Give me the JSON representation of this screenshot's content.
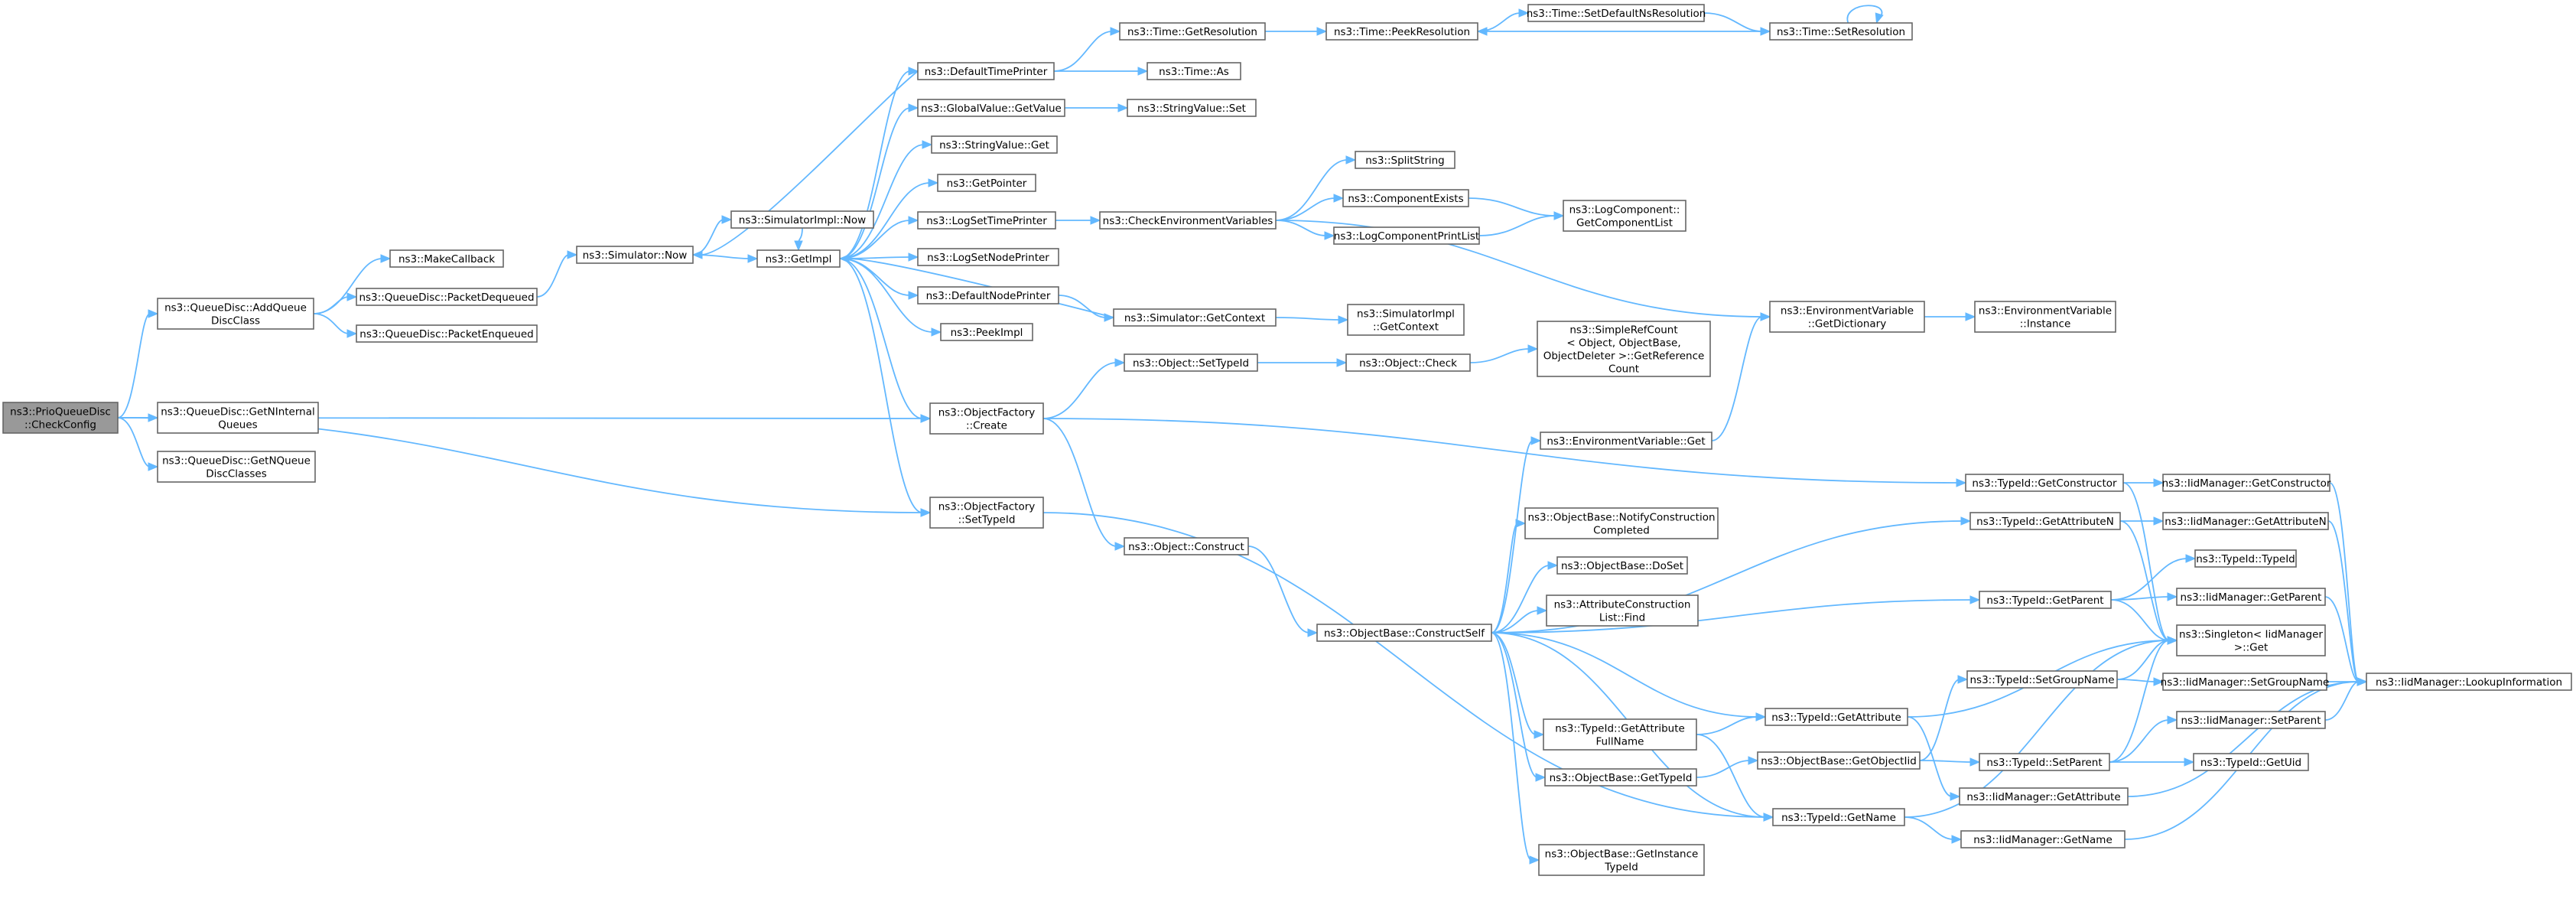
{
  "diagram": {
    "nodes": [
      {
        "id": "root",
        "lines": [
          "ns3::PrioQueueDisc",
          "::CheckConfig"
        ],
        "root": true
      },
      {
        "id": "addqdc",
        "lines": [
          "ns3::QueueDisc::AddQueue",
          "DiscClass"
        ]
      },
      {
        "id": "getnint",
        "lines": [
          "ns3::QueueDisc::GetNInternal",
          "Queues"
        ]
      },
      {
        "id": "getnqdc",
        "lines": [
          "ns3::QueueDisc::GetNQueue",
          "DiscClasses"
        ]
      },
      {
        "id": "makecb",
        "lines": [
          "ns3::MakeCallback"
        ]
      },
      {
        "id": "pdeq",
        "lines": [
          "ns3::QueueDisc::PacketDequeued"
        ]
      },
      {
        "id": "penq",
        "lines": [
          "ns3::QueueDisc::PacketEnqueued"
        ]
      },
      {
        "id": "simnow",
        "lines": [
          "ns3::Simulator::Now"
        ]
      },
      {
        "id": "simimplnow",
        "lines": [
          "ns3::SimulatorImpl::Now"
        ]
      },
      {
        "id": "getimpl",
        "lines": [
          "ns3::GetImpl"
        ]
      },
      {
        "id": "deftp",
        "lines": [
          "ns3::DefaultTimePrinter"
        ]
      },
      {
        "id": "gvget",
        "lines": [
          "ns3::GlobalValue::GetValue"
        ]
      },
      {
        "id": "svget",
        "lines": [
          "ns3::StringValue::Get"
        ]
      },
      {
        "id": "getptr",
        "lines": [
          "ns3::GetPointer"
        ]
      },
      {
        "id": "logstp",
        "lines": [
          "ns3::LogSetTimePrinter"
        ]
      },
      {
        "id": "logsnp",
        "lines": [
          "ns3::LogSetNodePrinter"
        ]
      },
      {
        "id": "defnp",
        "lines": [
          "ns3::DefaultNodePrinter"
        ]
      },
      {
        "id": "peekimpl",
        "lines": [
          "ns3::PeekImpl"
        ]
      },
      {
        "id": "ofcreate",
        "lines": [
          "ns3::ObjectFactory",
          "::Create"
        ]
      },
      {
        "id": "ofsettid",
        "lines": [
          "ns3::ObjectFactory",
          "::SetTypeId"
        ]
      },
      {
        "id": "timegetres",
        "lines": [
          "ns3::Time::GetResolution"
        ]
      },
      {
        "id": "timeas",
        "lines": [
          "ns3::Time::As"
        ]
      },
      {
        "id": "svset",
        "lines": [
          "ns3::StringValue::Set"
        ]
      },
      {
        "id": "timepeek",
        "lines": [
          "ns3::Time::PeekResolution"
        ]
      },
      {
        "id": "timesetdef",
        "lines": [
          "ns3::Time::SetDefaultNsResolution"
        ]
      },
      {
        "id": "timesetres",
        "lines": [
          "ns3::Time::SetResolution"
        ]
      },
      {
        "id": "checkenv",
        "lines": [
          "ns3::CheckEnvironmentVariables"
        ]
      },
      {
        "id": "splitstr",
        "lines": [
          "ns3::SplitString"
        ]
      },
      {
        "id": "compexists",
        "lines": [
          "ns3::ComponentExists"
        ]
      },
      {
        "id": "logcpl",
        "lines": [
          "ns3::LogComponentPrintList"
        ]
      },
      {
        "id": "logcgcl",
        "lines": [
          "ns3::LogComponent::",
          "GetComponentList"
        ]
      },
      {
        "id": "simgetctx",
        "lines": [
          "ns3::Simulator::GetContext"
        ]
      },
      {
        "id": "simimplgetctx",
        "lines": [
          "ns3::SimulatorImpl",
          "::GetContext"
        ]
      },
      {
        "id": "envgetdict",
        "lines": [
          "ns3::EnvironmentVariable",
          "::GetDictionary"
        ]
      },
      {
        "id": "envinst",
        "lines": [
          "ns3::EnvironmentVariable",
          "::Instance"
        ]
      },
      {
        "id": "objsettid",
        "lines": [
          "ns3::Object::SetTypeId"
        ]
      },
      {
        "id": "objcheck",
        "lines": [
          "ns3::Object::Check"
        ]
      },
      {
        "id": "srcgrc",
        "lines": [
          "ns3::SimpleRefCount",
          "< Object, ObjectBase,",
          "ObjectDeleter >::GetReference",
          "Count"
        ]
      },
      {
        "id": "envget",
        "lines": [
          "ns3::EnvironmentVariable::Get"
        ]
      },
      {
        "id": "objconstruct",
        "lines": [
          "ns3::Object::Construct"
        ]
      },
      {
        "id": "obncc",
        "lines": [
          "ns3::ObjectBase::NotifyConstruction",
          "Completed"
        ]
      },
      {
        "id": "obdoset",
        "lines": [
          "ns3::ObjectBase::DoSet"
        ]
      },
      {
        "id": "aclfind",
        "lines": [
          "ns3::AttributeConstruction",
          "List::Find"
        ]
      },
      {
        "id": "obcs",
        "lines": [
          "ns3::ObjectBase::ConstructSelf"
        ]
      },
      {
        "id": "tidgafn",
        "lines": [
          "ns3::TypeId::GetAttribute",
          "FullName"
        ]
      },
      {
        "id": "obgettid",
        "lines": [
          "ns3::ObjectBase::GetTypeId"
        ]
      },
      {
        "id": "obgit",
        "lines": [
          "ns3::ObjectBase::GetInstance",
          "TypeId"
        ]
      },
      {
        "id": "tidgetctor",
        "lines": [
          "ns3::TypeId::GetConstructor"
        ]
      },
      {
        "id": "tidgetattrn",
        "lines": [
          "ns3::TypeId::GetAttributeN"
        ]
      },
      {
        "id": "tidgetparent",
        "lines": [
          "ns3::TypeId::GetParent"
        ]
      },
      {
        "id": "tidgetattr",
        "lines": [
          "ns3::TypeId::GetAttribute"
        ]
      },
      {
        "id": "tidsetgn",
        "lines": [
          "ns3::TypeId::SetGroupName"
        ]
      },
      {
        "id": "obgetoid",
        "lines": [
          "ns3::ObjectBase::GetObjectIid"
        ]
      },
      {
        "id": "tidsetparent",
        "lines": [
          "ns3::TypeId::SetParent"
        ]
      },
      {
        "id": "iidmgetattr",
        "lines": [
          "ns3::IidManager::GetAttribute"
        ]
      },
      {
        "id": "tidgetname",
        "lines": [
          "ns3::TypeId::GetName"
        ]
      },
      {
        "id": "iidmgetname",
        "lines": [
          "ns3::IidManager::GetName"
        ]
      },
      {
        "id": "iidmgetctor",
        "lines": [
          "ns3::IidManager::GetConstructor"
        ]
      },
      {
        "id": "iidmgetattrn",
        "lines": [
          "ns3::IidManager::GetAttributeN"
        ]
      },
      {
        "id": "tidtid",
        "lines": [
          "ns3::TypeId::TypeId"
        ]
      },
      {
        "id": "iidmgetparent",
        "lines": [
          "ns3::IidManager::GetParent"
        ]
      },
      {
        "id": "singget",
        "lines": [
          "ns3::Singleton< IidManager",
          "  >::Get"
        ]
      },
      {
        "id": "iidmsetgn",
        "lines": [
          "ns3::IidManager::SetGroupName"
        ]
      },
      {
        "id": "iidmsetparent",
        "lines": [
          "ns3::IidManager::SetParent"
        ]
      },
      {
        "id": "tidgetuid",
        "lines": [
          "ns3::TypeId::GetUid"
        ]
      },
      {
        "id": "iidmlookup",
        "lines": [
          "ns3::IidManager::LookupInformation"
        ]
      }
    ]
  }
}
